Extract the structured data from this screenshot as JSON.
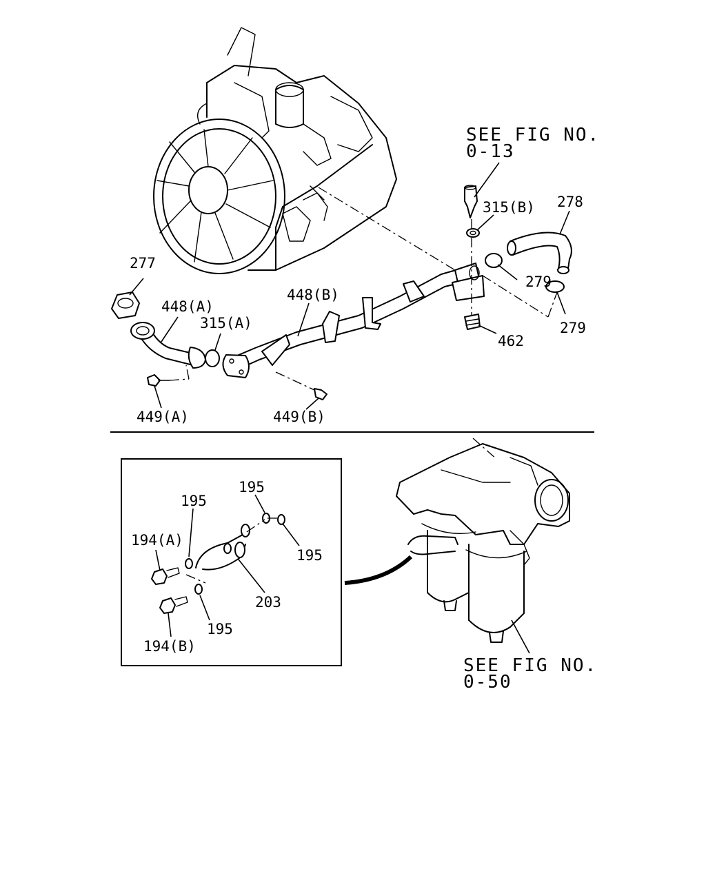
{
  "references": {
    "upper_line1": "SEE FIG NO.",
    "upper_line2": "0-13",
    "lower_line1": "SEE FIG NO.",
    "lower_line2": "0-50"
  },
  "upper_labels": {
    "p277": "277",
    "p448a": "448(A)",
    "p448b": "448(B)",
    "p315a": "315(A)",
    "p315b": "315(B)",
    "p278": "278",
    "p279_upper": "279",
    "p279_lower": "279",
    "p462": "462",
    "p449a": "449(A)",
    "p449b": "449(B)"
  },
  "lower_labels": {
    "p195_a": "195",
    "p195_b": "195",
    "p195_c": "195",
    "p195_d": "195",
    "p194a": "194(A)",
    "p194b": "194(B)",
    "p203": "203"
  }
}
